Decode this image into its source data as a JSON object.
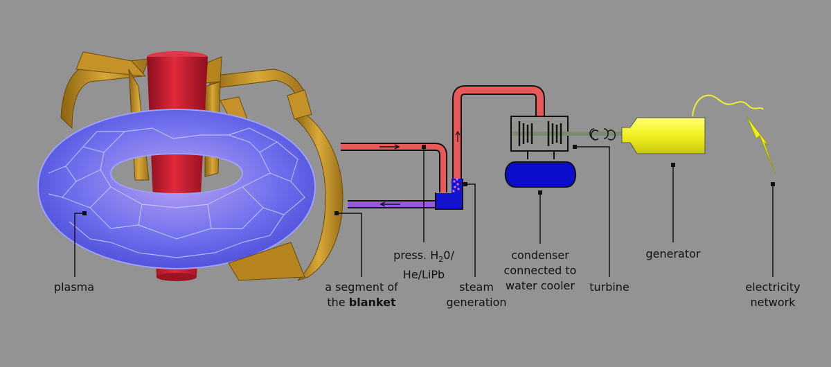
{
  "labels": {
    "plasma": "plasma",
    "blanket_line1": "a segment of",
    "blanket_line2_prefix": "the ",
    "blanket_line2_bold": "blanket",
    "coolant_line1_a": "press. H",
    "coolant_line1_sub": "2",
    "coolant_line1_b": "0/",
    "coolant_line2": "He/LiPb",
    "steam_line1": "steam",
    "steam_line2": "generation",
    "condenser_line1": "condenser",
    "condenser_line2": "connected to",
    "condenser_line3": "water cooler",
    "turbine": "turbine",
    "generator": "generator",
    "electricity_line1": "electricity",
    "electricity_line2": "network"
  },
  "colors": {
    "background": "#939393",
    "hot_pipe": "#e85a5a",
    "cold_pipe": "#9a5ae0",
    "water": "#1414d0",
    "plasma": "#6a6aee",
    "central_solenoid": "#c0182e",
    "coils": "#c8962a",
    "generator": "#f2f21e",
    "condenser": "#0c0ccc",
    "leader_lines": "#111111"
  }
}
